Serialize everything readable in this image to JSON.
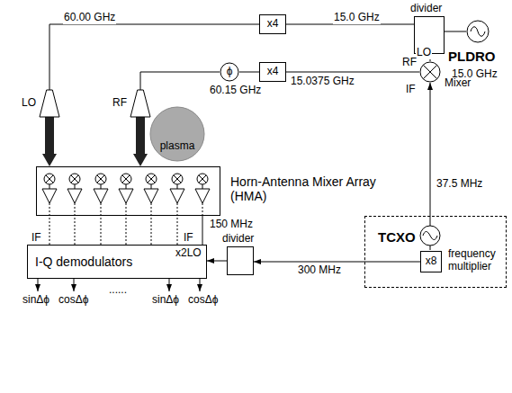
{
  "diagram": {
    "nodes": [
      {
        "text": [
          "x4"
        ]
      },
      {
        "text": [
          "divider"
        ]
      },
      {
        "text": [
          "PLDRO",
          "15.0 GHz"
        ]
      },
      {
        "text": [
          "Mixer"
        ]
      },
      {
        "text": [
          "ϕ"
        ]
      },
      {
        "text": [
          "x4"
        ]
      },
      {
        "text": [
          "LO"
        ]
      },
      {
        "text": [
          "RF"
        ]
      },
      {
        "text": [
          "plasma"
        ]
      },
      {
        "text": [
          "Horn-Antenna Mixer Array (HMA)"
        ]
      },
      {
        "text": [
          "I-Q demodulators"
        ]
      },
      {
        "text": [
          "divider"
        ]
      },
      {
        "text": [
          "TCXO"
        ]
      },
      {
        "text": [
          "x8",
          "frequency multiplier"
        ],
        "in": 12
      }
    ],
    "edges": [
      {
        "from": 2,
        "to": 1,
        "arrow": "none"
      },
      {
        "from": 1,
        "to": 0,
        "label": "15.0 GHz",
        "arrow": "none"
      },
      {
        "from": 0,
        "to": 6,
        "label": "60.00 GHz",
        "arrow": "none"
      },
      {
        "from": 1,
        "to": 3,
        "arrow": "none"
      },
      {
        "from": 3,
        "to": 5,
        "label": "15.0375 GHz",
        "arrow": "none"
      },
      {
        "from": 5,
        "to": 4,
        "label": "60.15 GHz",
        "arrow": "none"
      },
      {
        "from": 4,
        "to": 7,
        "arrow": "none"
      },
      {
        "from": 6,
        "to": 9,
        "arrow": "to"
      },
      {
        "from": 7,
        "to": 9,
        "arrow": "to"
      },
      {
        "from": 9,
        "to": 10,
        "label": "150 MHz",
        "arrow": "none"
      },
      {
        "from": 12,
        "to": 3,
        "label": "37.5 MHz",
        "arrow": "to"
      },
      {
        "from": 13,
        "to": 11,
        "label": "300 MHz",
        "arrow": "to"
      },
      {
        "from": 11,
        "to": 10,
        "arrow": "to"
      }
    ],
    "labels": [
      "LO",
      "RF",
      "IF",
      "IF",
      "IF",
      "x2LO",
      "sinΔϕ",
      "cosΔϕ",
      "......",
      "sinΔϕ",
      "cosΔϕ"
    ]
  }
}
